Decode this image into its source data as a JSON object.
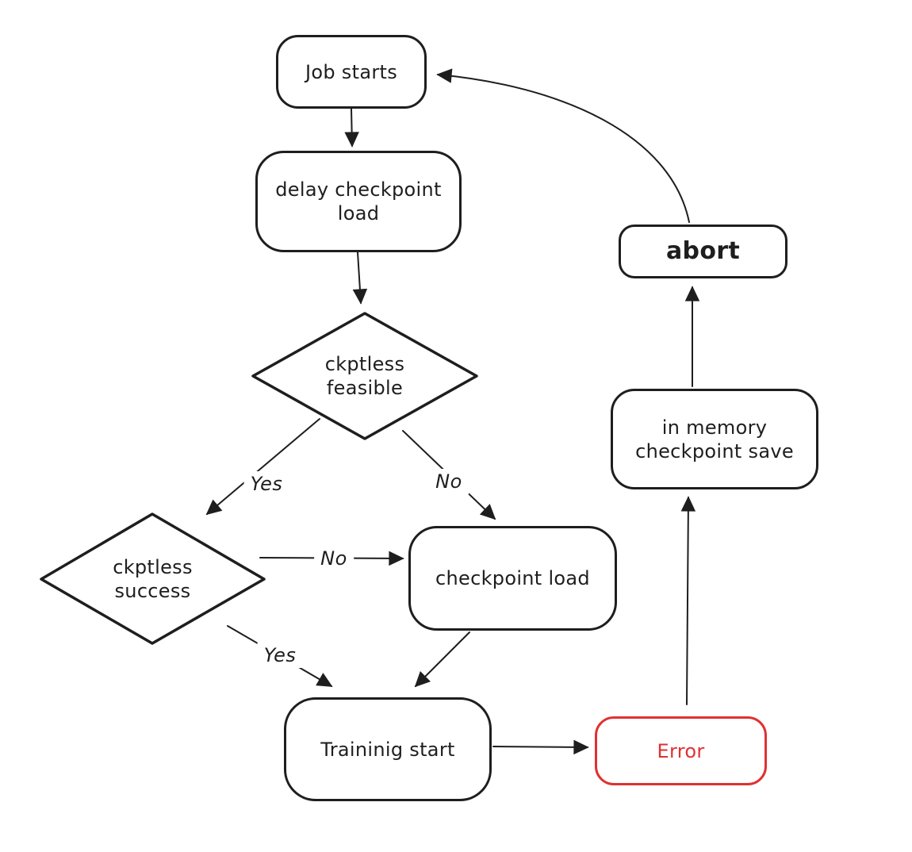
{
  "diagram": {
    "type": "flowchart",
    "colors": {
      "background": "#ffffff",
      "stroke": "#1e1e1e",
      "error_accent": "#e03131"
    },
    "nodes": {
      "job_starts": {
        "label": "Job starts",
        "shape": "rounded-rect"
      },
      "delay_ckpt_load": {
        "label": "delay checkpoint load",
        "shape": "rounded-rect"
      },
      "ckptless_feasible": {
        "label": "ckptless feasible",
        "shape": "diamond"
      },
      "ckptless_success": {
        "label": "ckptless success",
        "shape": "diamond"
      },
      "checkpoint_load": {
        "label": "checkpoint load",
        "shape": "rounded-rect"
      },
      "traininig_start": {
        "label": "Traininig start",
        "shape": "rounded-rect"
      },
      "error": {
        "label": "Error",
        "shape": "rounded-rect",
        "color": "#e03131"
      },
      "in_memory_save": {
        "label": "in memory checkpoint save",
        "shape": "rounded-rect"
      },
      "abort": {
        "label": "abort",
        "shape": "rounded-rect"
      }
    },
    "edge_labels": {
      "feasible_yes": "Yes",
      "feasible_no": "No",
      "success_no": "No",
      "success_yes": "Yes"
    },
    "edges": [
      {
        "from": "job_starts",
        "to": "delay_ckpt_load"
      },
      {
        "from": "delay_ckpt_load",
        "to": "ckptless_feasible"
      },
      {
        "from": "ckptless_feasible",
        "to": "ckptless_success",
        "label": "Yes"
      },
      {
        "from": "ckptless_feasible",
        "to": "checkpoint_load",
        "label": "No"
      },
      {
        "from": "ckptless_success",
        "to": "checkpoint_load",
        "label": "No"
      },
      {
        "from": "ckptless_success",
        "to": "traininig_start",
        "label": "Yes"
      },
      {
        "from": "checkpoint_load",
        "to": "traininig_start"
      },
      {
        "from": "traininig_start",
        "to": "error"
      },
      {
        "from": "error",
        "to": "in_memory_save"
      },
      {
        "from": "in_memory_save",
        "to": "abort"
      },
      {
        "from": "abort",
        "to": "job_starts"
      }
    ]
  }
}
